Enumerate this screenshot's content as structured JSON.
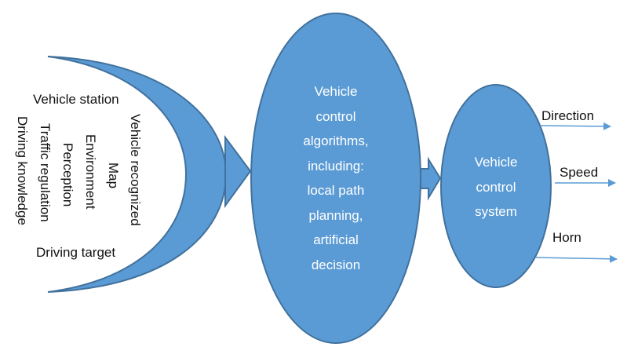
{
  "colors": {
    "fill": "#5b9bd5",
    "stroke": "#41719c",
    "text_inner": "#ffffff",
    "text_outer": "#111111"
  },
  "inputs": {
    "top": "Vehicle station",
    "bottom": "Driving target",
    "vertical": [
      "Vehicle recognized",
      "Map",
      "Environment",
      "Perception",
      "Traffic regulation",
      "Driving knowledge"
    ]
  },
  "algorithms": {
    "lines": [
      "Vehicle",
      "control",
      "algorithms,",
      "including:",
      "local path",
      "planning,",
      "artificial",
      "decision"
    ]
  },
  "control_system": {
    "lines": [
      "Vehicle",
      "control",
      "system"
    ]
  },
  "outputs": [
    "Direction",
    "Speed",
    "Horn"
  ]
}
